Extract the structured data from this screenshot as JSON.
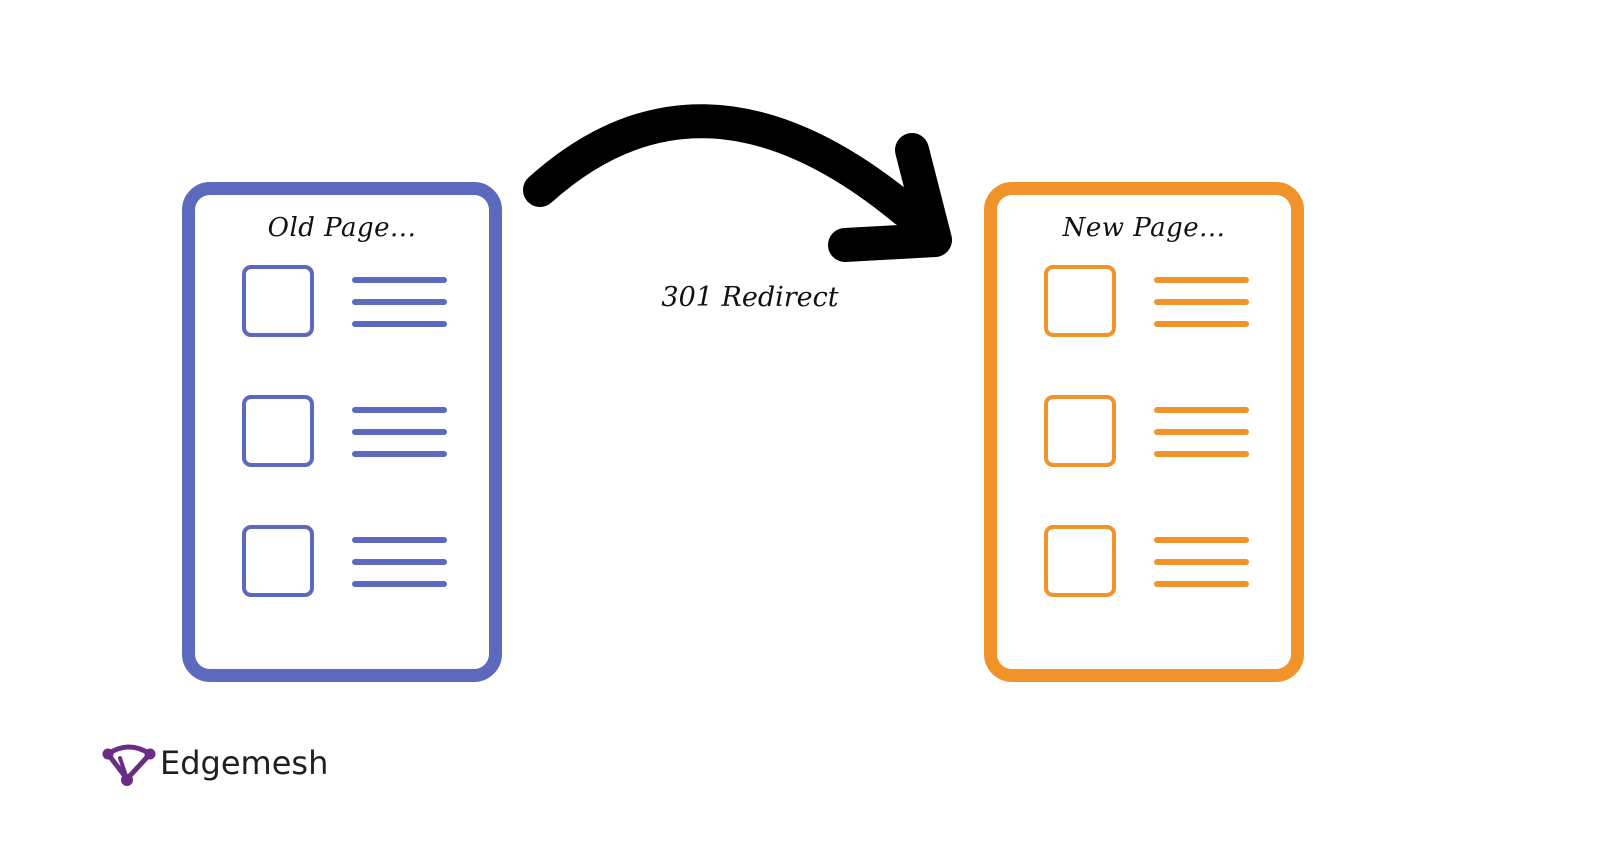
{
  "colors": {
    "old": "#5c69bd",
    "new": "#f1932b",
    "arrow": "#000000",
    "logo": "#6b2c86"
  },
  "old_page": {
    "title": "Old Page...",
    "items": 3
  },
  "new_page": {
    "title": "New Page...",
    "items": 3
  },
  "redirect": {
    "label": "301 Redirect"
  },
  "brand": {
    "name": "Edgemesh",
    "logo_icon": "edgemesh-logo-icon"
  }
}
